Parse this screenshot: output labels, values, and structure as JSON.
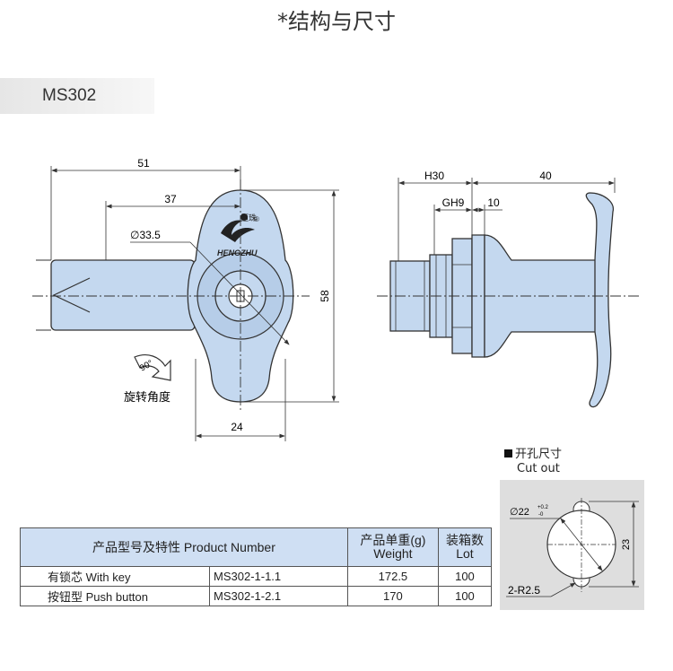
{
  "title": "*结构与尺寸",
  "model": "MS302",
  "left_view": {
    "dim_51": "51",
    "dim_37": "37",
    "dim_diameter": "∅33.5",
    "dim_58": "58",
    "dim_24": "24",
    "brand": "HENGZHU",
    "brand_cn": "恒珠",
    "registered": "®",
    "rotation_angle": "90°",
    "rotation_label": "旋转角度"
  },
  "right_view": {
    "dim_h30": "H30",
    "dim_40": "40",
    "dim_gh9": "GH9",
    "dim_10": "10"
  },
  "cutout": {
    "title_cn": "开孔尺寸",
    "title_en": "Cut out",
    "diameter": "∅22",
    "tol_upper": "+0.2",
    "tol_lower": "-0",
    "height": "23",
    "radius_note": "2-R2.5"
  },
  "table": {
    "header_product": "产品型号及特性 Product Number",
    "header_weight_cn": "产品单重(g)",
    "header_weight_en": "Weight",
    "header_lot_cn": "装箱数",
    "header_lot_en": "Lot",
    "rows": [
      {
        "name": "有锁芯 With key",
        "code": "MS302-1-1.1",
        "weight": "172.5",
        "lot": "100"
      },
      {
        "name": "按钮型 Push button",
        "code": "MS302-1-2.1",
        "weight": "170",
        "lot": "100"
      }
    ]
  },
  "colors": {
    "part_fill": "#c4d8ef",
    "part_stroke": "#333333",
    "header_fill": "#cfdff3",
    "cutout_bg": "#dedede"
  }
}
